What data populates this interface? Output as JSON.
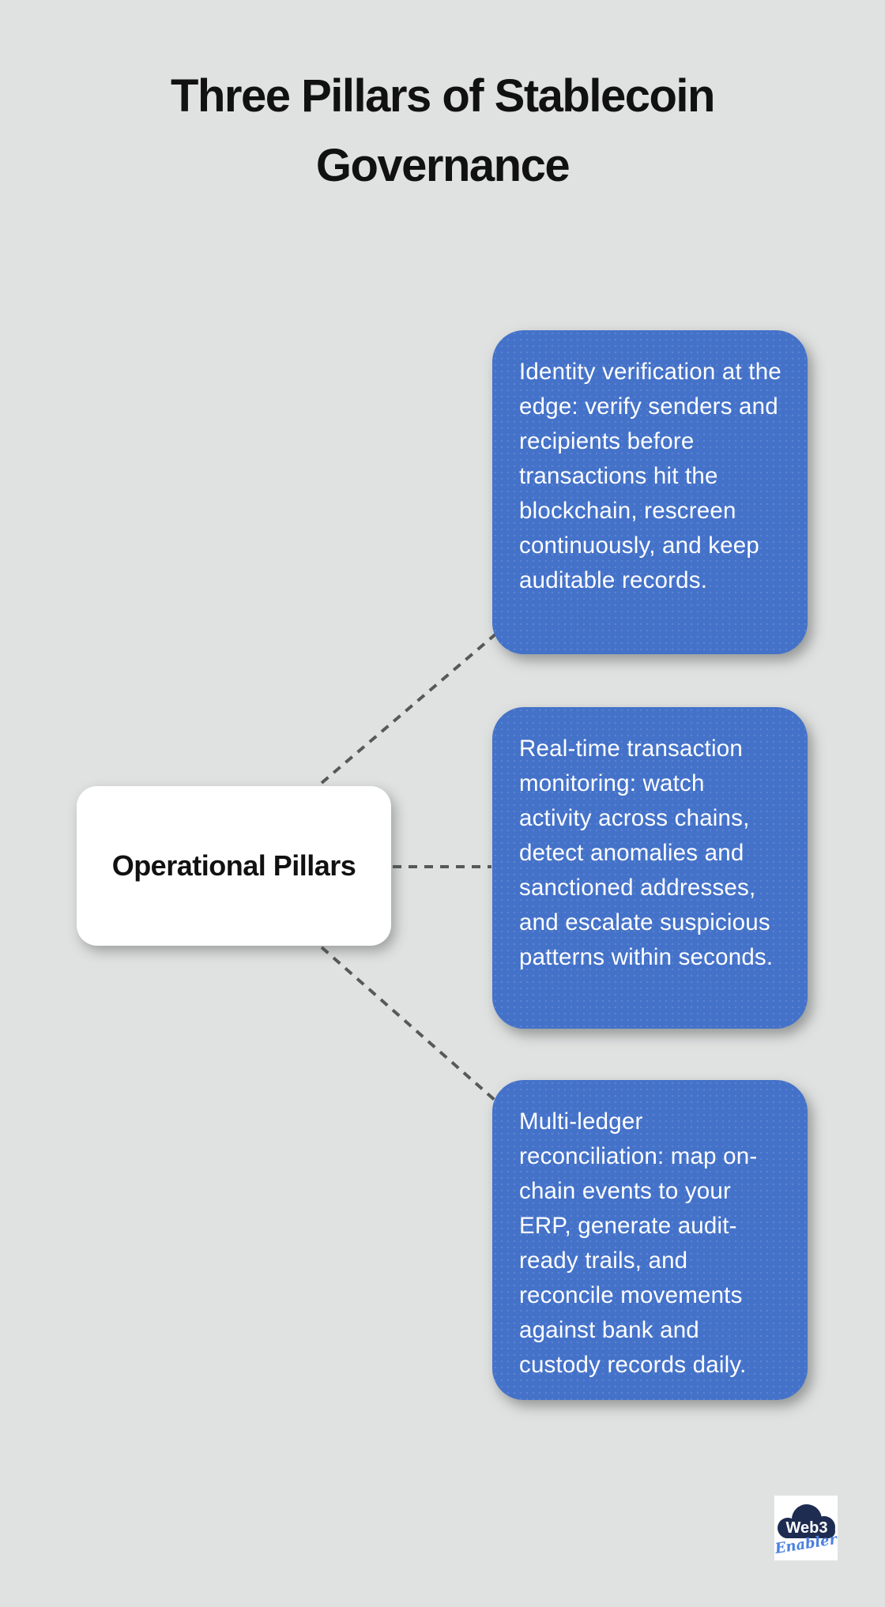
{
  "colors": {
    "background": "#e0e2e1",
    "card_blue": "#4472c9",
    "card_white": "#ffffff",
    "text_dark": "#111111",
    "text_light": "#ffffff",
    "connector": "#55595a",
    "logo_navy": "#1d2c50",
    "logo_script_blue": "#4a80e0"
  },
  "title": "Three Pillars of Stablecoin Governance",
  "center_node": {
    "label": "Operational Pillars"
  },
  "pillars": [
    {
      "text": "Identity verification at the edge: verify senders and recipients before transactions hit the blockchain, rescreen continuously, and keep auditable records."
    },
    {
      "text": "Real-time transaction monitoring: watch activity across chains, detect anomalies and sanctioned addresses, and escalate suspicious patterns within seconds."
    },
    {
      "text": "Multi-ledger reconciliation: map on-chain events to your ERP, generate audit-ready trails, and reconcile movements against bank and custody records daily."
    }
  ],
  "logo": {
    "line1": "Web3",
    "line2": "Enabler"
  }
}
